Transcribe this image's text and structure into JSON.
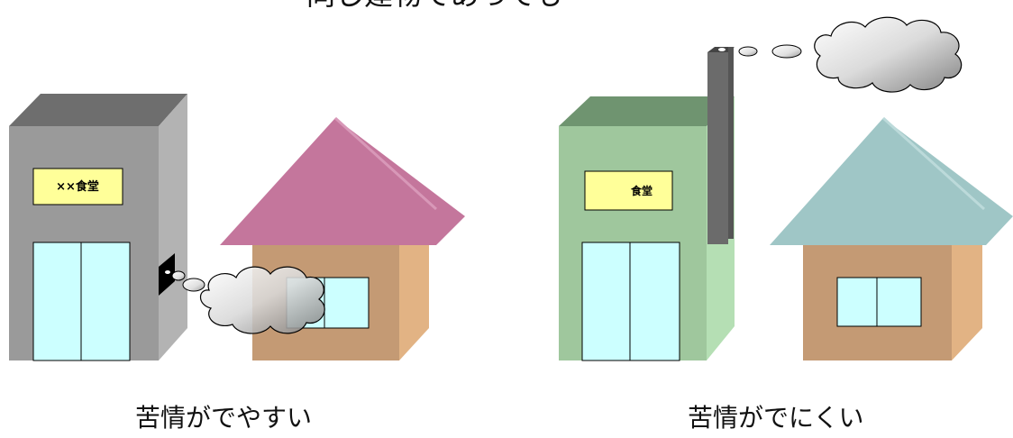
{
  "top_title": "同じ建物であっても",
  "left_scene": {
    "sign_text": "××食堂",
    "caption": "苦情がでやすい",
    "colors": {
      "building_front": "#9a9a9a",
      "building_side": "#b3b3b3",
      "building_top": "#6e6e6e",
      "house_roof": "#c4769c",
      "house_wall": "#c49a74",
      "house_side": "#e2b384",
      "sign_fill": "#ffff99",
      "glass": "#ccffff"
    }
  },
  "right_scene": {
    "sign_text": "食堂",
    "caption": "苦情がでにくい",
    "colors": {
      "building_front": "#9fc79d",
      "building_side": "#b5dfb4",
      "building_top": "#6f9470",
      "chimney": "#6b6b6b",
      "house_roof": "#9fc6c6",
      "house_wall": "#c49a74",
      "house_side": "#e2b384",
      "sign_fill": "#ffff99",
      "glass": "#ccffff"
    }
  }
}
